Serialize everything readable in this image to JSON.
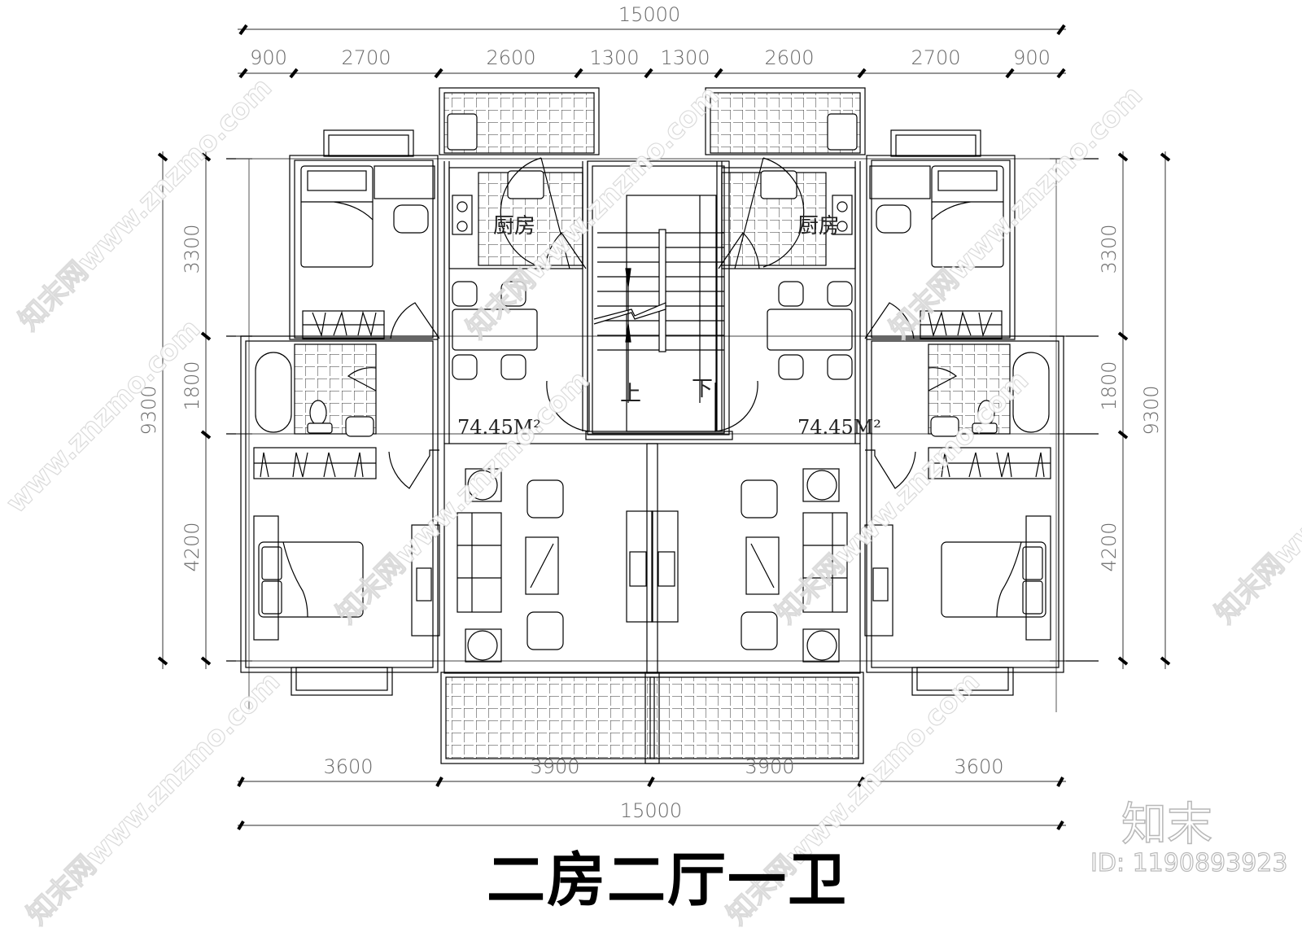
{
  "drawing": {
    "title": "二房二厅一卫",
    "brand": "知末",
    "id_label": "ID: 1190893923",
    "watermark": "知末网www.znzmo.com",
    "watermark_short": "www.znzmo.com"
  },
  "dimensions": {
    "top_total": "15000",
    "top_segments": [
      "900",
      "2700",
      "2600",
      "1300",
      "1300",
      "2600",
      "2700",
      "900"
    ],
    "bottom_segments": [
      "3600",
      "3900",
      "3900",
      "3600"
    ],
    "bottom_total": "15000",
    "left_segments": [
      "3300",
      "1800",
      "4200"
    ],
    "left_total": "9300",
    "right_segments": [
      "3300",
      "1800",
      "4200"
    ],
    "right_total": "9300"
  },
  "rooms": {
    "kitchen_left": "厨房",
    "kitchen_right": "厨房",
    "area_left": "74.45M²",
    "area_right": "74.45M²",
    "stair_up": "上",
    "stair_down": "下"
  },
  "colors": {
    "line": "#000000",
    "dim_text": "#6a6a6a",
    "watermark": "#d8d8d8",
    "background": "#ffffff"
  }
}
